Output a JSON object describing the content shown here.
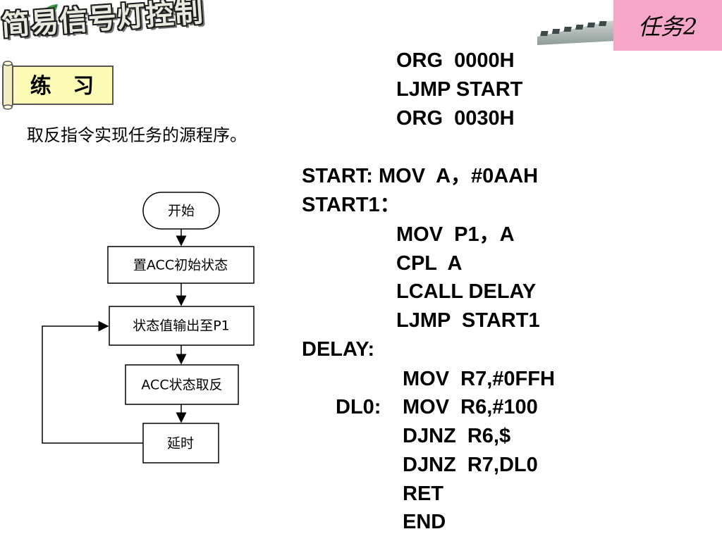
{
  "header": {
    "title": "简易信号灯控制",
    "task_tag": "任务2"
  },
  "practice": {
    "label": "练 习",
    "description": "取反指令实现任务的源程序。"
  },
  "flowchart": {
    "start": "开始",
    "step1": "置ACC初始状态",
    "step2": "状态值输出至P1",
    "step3": "ACC状态取反",
    "step4": "延时"
  },
  "code": {
    "org1": "ORG  0000H",
    "ljmp_start": "LJMP START",
    "org2": "ORG  0030H",
    "start_line": "START: MOV  A，#0AAH",
    "start1_label": "START1：",
    "mov_p1": "MOV  P1，A",
    "cpl": "CPL  A",
    "lcall": "LCALL DELAY",
    "ljmp_start1": "LJMP  START1",
    "delay_label": "DELAY:",
    "mov_r7": "MOV  R7,#0FFH",
    "dl0_label": "DL0:",
    "mov_r6": "MOV  R6,#100",
    "djnz_r6": "DJNZ  R6,$",
    "djnz_r7": "DJNZ  R7,DL0",
    "ret": "RET",
    "end": "END"
  },
  "icons": [
    "leaf-icon",
    "keyboard-image",
    "scroll-icon"
  ],
  "colors": {
    "task_tag_bg": "#f6a7c8",
    "scroll_bg": "#fdfbb6",
    "title_fill": "#e9eadf"
  }
}
